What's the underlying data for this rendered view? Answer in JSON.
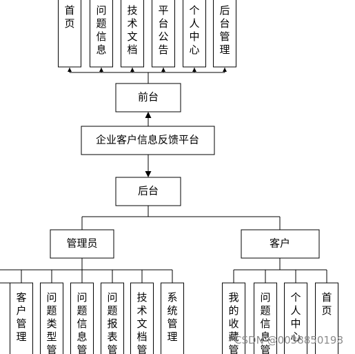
{
  "diagram": {
    "platform": "企业客户信息反馈平台",
    "frontend": {
      "label": "前台",
      "modules": [
        "首页",
        "问题信息",
        "技术文档",
        "平台公告",
        "个人中心",
        "后台管理"
      ]
    },
    "backend": {
      "label": "后台",
      "roles": [
        {
          "label": "管理员",
          "modules": [
            "客户管理",
            "问题类型管理",
            "问题信息管理",
            "问题报表管理",
            "技术文档管理",
            "系统管理"
          ]
        },
        {
          "label": "客户",
          "modules": [
            "我的收藏管理",
            "问题信息管理",
            "个人中心",
            "首页"
          ]
        }
      ]
    }
  },
  "watermark": "CSDN @0038850198"
}
